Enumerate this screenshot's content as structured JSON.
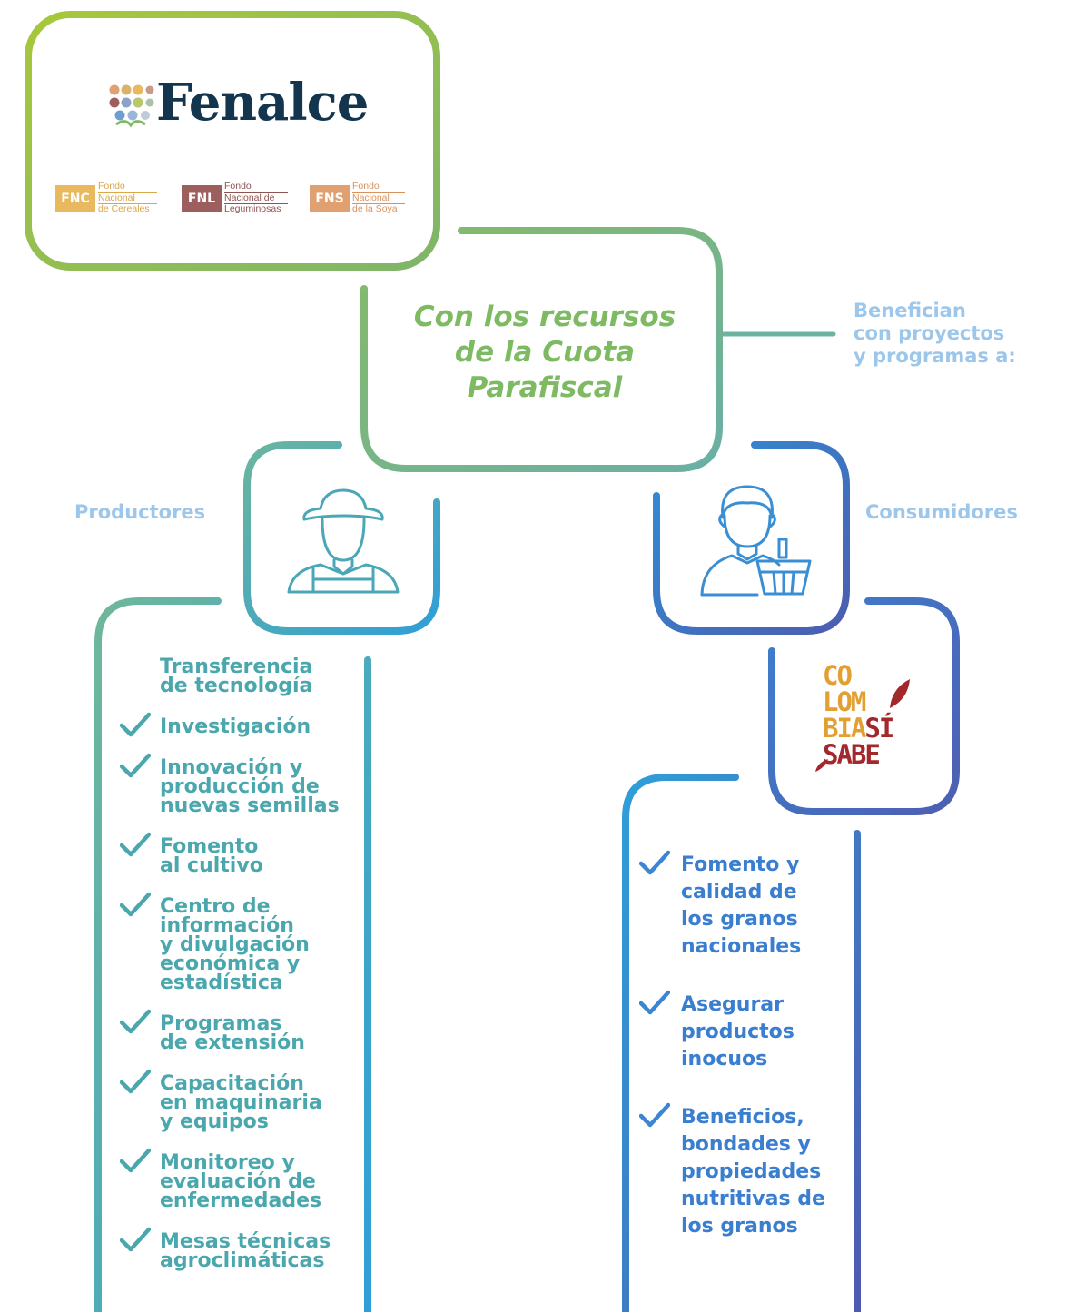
{
  "colors": {
    "brand_navy": "#13354e",
    "frame_green": "#9dc241",
    "frame_teal": "#6bb3a6",
    "frame_blue": "#2d9fd8",
    "frame_indigo": "#4b62b3",
    "title_green": "#7dba62",
    "label_light_blue": "#9cc6ea",
    "left_list_teal": "#4aa7ad",
    "right_list_blue": "#3a7ed0",
    "fnc": "#e8b95f",
    "fnl": "#9d5f5d",
    "fns": "#e0a070",
    "cs_orange": "#e2a032",
    "cs_red": "#a3282c"
  },
  "logo": {
    "brand_name": "Fenalce",
    "icon": "grain-dots-icon",
    "funds": [
      {
        "abbr": "FNC",
        "lines": [
          "Fondo",
          "Nacional",
          "de Cereales"
        ]
      },
      {
        "abbr": "FNL",
        "lines": [
          "Fondo",
          "Nacional de",
          "Leguminosas"
        ]
      },
      {
        "abbr": "FNS",
        "lines": [
          "Fondo",
          "Nacional",
          "de la Soya"
        ]
      }
    ]
  },
  "center": {
    "title_lines": [
      "Con los recursos",
      "de la Cuota",
      "Parafiscal"
    ]
  },
  "benefit_note": {
    "lines": [
      "Benefician",
      "con proyectos",
      "y programas a:"
    ]
  },
  "producers": {
    "label": "Productores",
    "icon": "farmer-icon",
    "items": [
      {
        "check": false,
        "lines": [
          "Transferencia",
          "de tecnología"
        ]
      },
      {
        "check": true,
        "lines": [
          "Investigación"
        ]
      },
      {
        "check": true,
        "lines": [
          "Innovación y",
          "producción de",
          "nuevas semillas"
        ]
      },
      {
        "check": true,
        "lines": [
          "Fomento",
          "al cultivo"
        ]
      },
      {
        "check": true,
        "lines": [
          "Centro de",
          "información",
          "y divulgación",
          "económica y",
          "estadística"
        ]
      },
      {
        "check": true,
        "lines": [
          "Programas",
          "de extensión"
        ]
      },
      {
        "check": true,
        "lines": [
          "Capacitación",
          "en maquinaria",
          "y equipos"
        ]
      },
      {
        "check": true,
        "lines": [
          "Monitoreo y",
          "evaluación de",
          "enfermedades"
        ]
      },
      {
        "check": true,
        "lines": [
          "Mesas técnicas",
          "agroclimáticas"
        ]
      }
    ]
  },
  "consumers": {
    "label": "Consumidores",
    "icon": "shopper-basket-icon",
    "campaign_logo": {
      "rows": [
        [
          "CO"
        ],
        [
          "LOM"
        ],
        [
          "BIA",
          "SÍ"
        ],
        [
          "SABE"
        ]
      ]
    },
    "items": [
      {
        "check": true,
        "lines": [
          "Fomento y",
          "calidad de",
          "los granos",
          "nacionales"
        ]
      },
      {
        "check": true,
        "lines": [
          "Asegurar",
          "productos",
          "inocuos"
        ]
      },
      {
        "check": true,
        "lines": [
          "Beneficios,",
          "bondades y",
          "propiedades",
          "nutritivas de",
          "los granos"
        ]
      }
    ]
  }
}
